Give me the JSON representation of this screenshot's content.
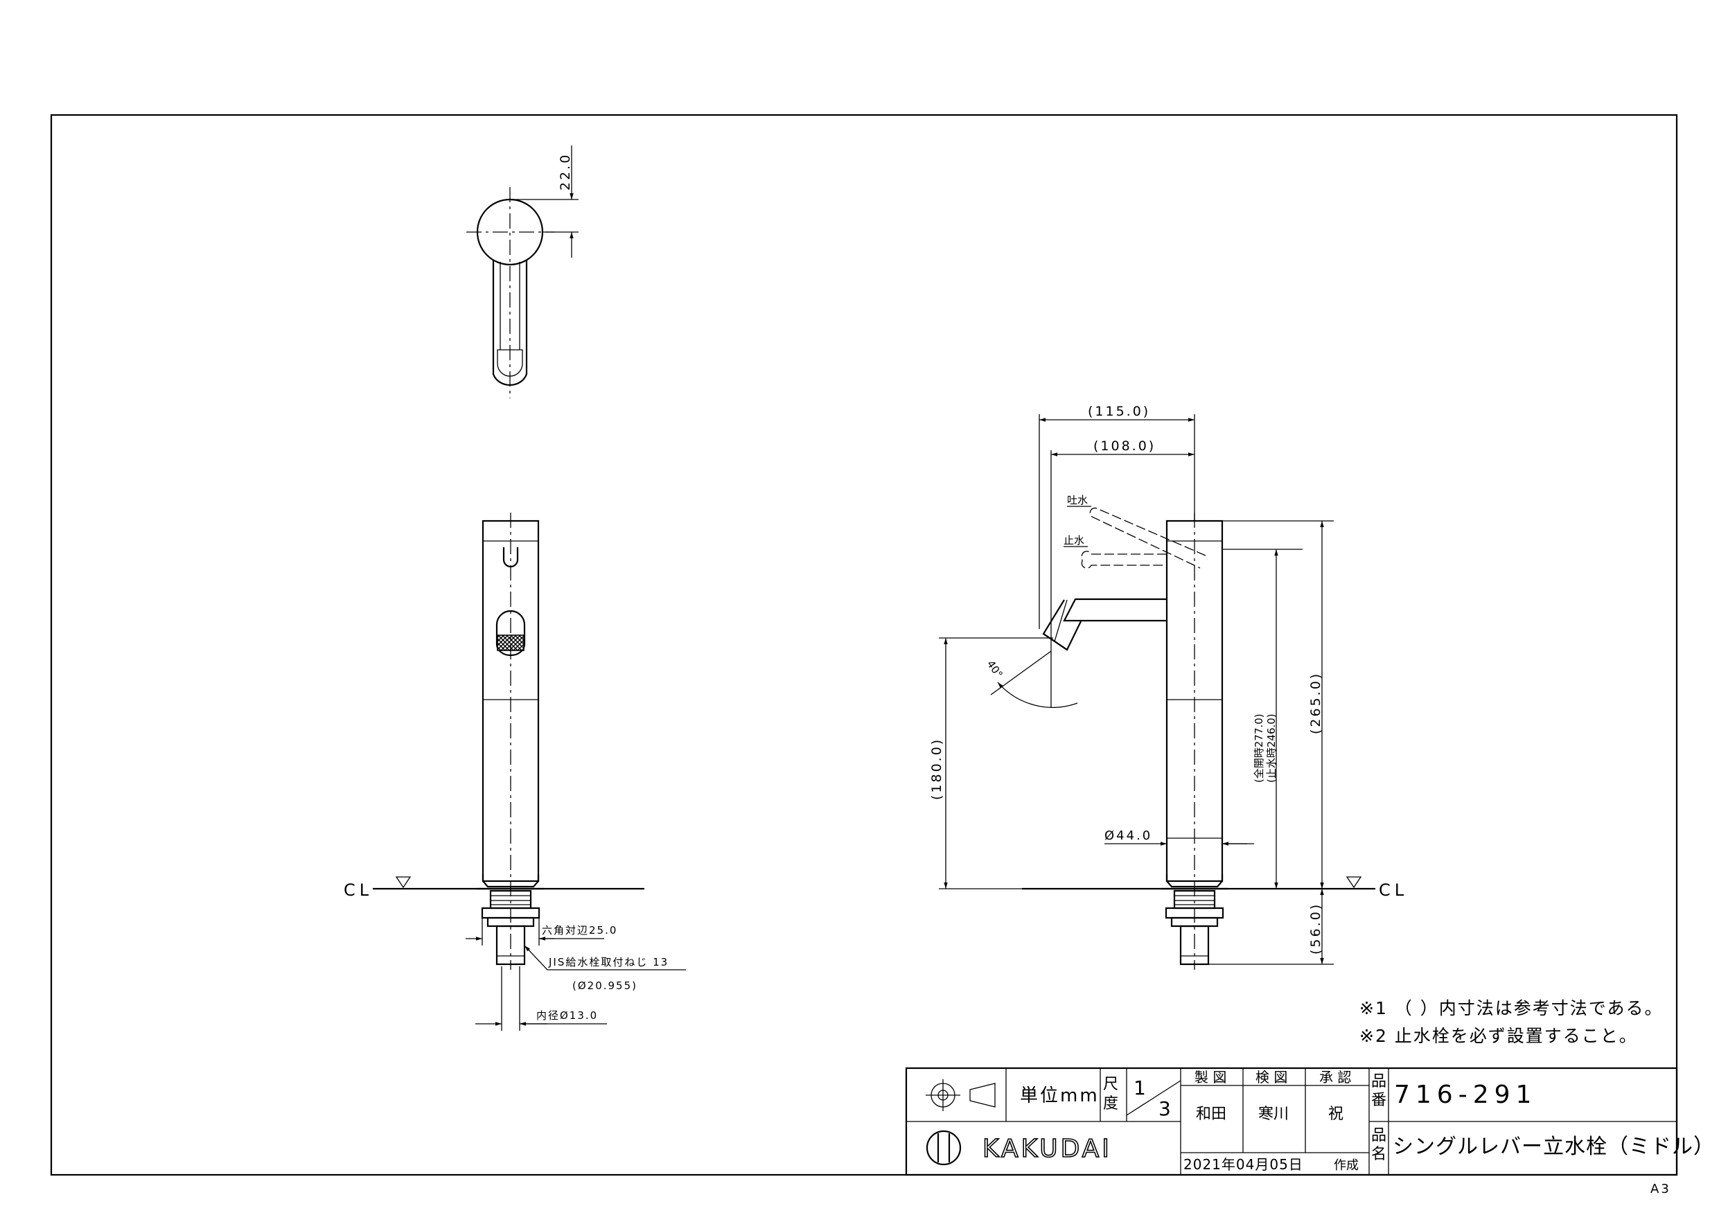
{
  "dimensions": {
    "top_view_22": "22.0",
    "width_115": "(115.0)",
    "width_108": "(108.0)",
    "spout_label": "吐水",
    "stop_label": "止水",
    "angle_40": "40°",
    "height_180": "(180.0)",
    "open_277": "(全開時277.0)",
    "stop_246": "(止水時246.0)",
    "height_265": "(265.0)",
    "below_56": "(56.0)",
    "body_dia": "Ø44.0",
    "cl_left": "CL",
    "cl_right": "CL",
    "hex": "六角対辺25.0",
    "jis": "JIS給水栓取付ねじ 13",
    "jis_dia": "(Ø20.955)",
    "inner": "内径Ø13.0"
  },
  "notes": [
    "※1 （ ）内寸法は参考寸法である。",
    "※2 止水栓を必ず設置すること。"
  ],
  "title_block": {
    "unit": "単位mm",
    "scale_label_1": "尺",
    "scale_label_2": "度",
    "scale_num": "1",
    "scale_den": "3",
    "drawn_h": "製 図",
    "checked_h": "検 図",
    "approved_h": "承 認",
    "drawn": "和田",
    "checked": "寒川",
    "approved": "祝",
    "date": "2021年04月05日",
    "created": "作成",
    "pn_label_1": "品",
    "pn_label_2": "番",
    "name_label_1": "品",
    "name_label_2": "名",
    "part_no": "716-291",
    "part_name": "シングルレバー立水栓（ミドル）",
    "brand": "KAKUDAI",
    "sheet": "A3"
  }
}
